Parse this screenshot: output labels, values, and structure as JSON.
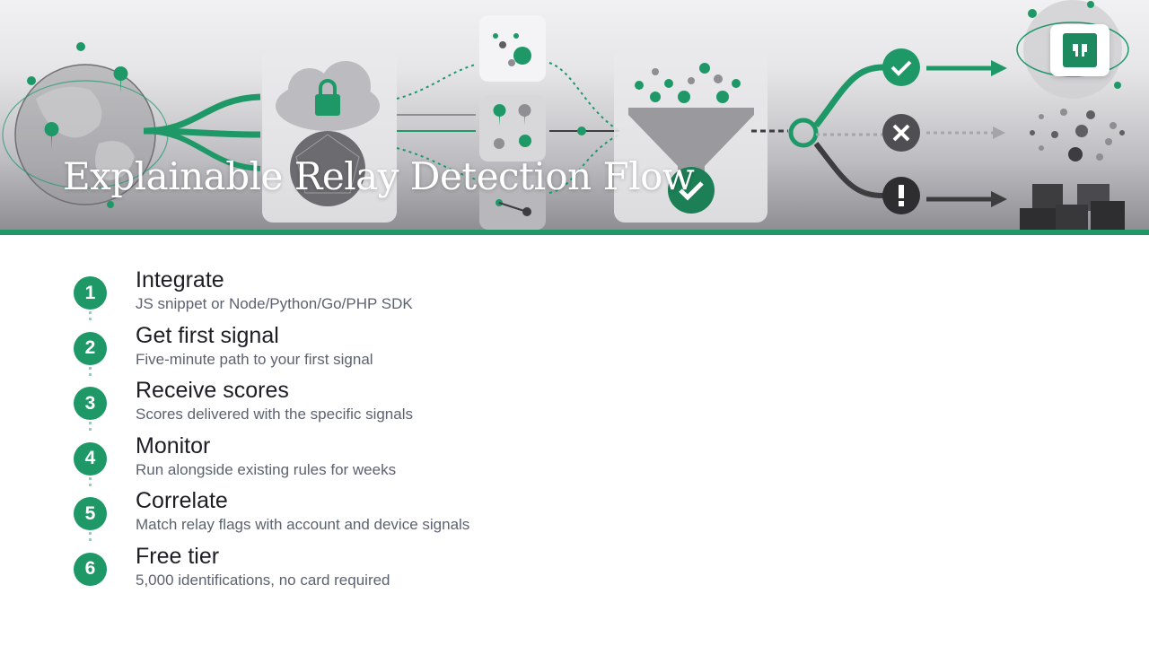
{
  "hero": {
    "title": "Explainable Relay Detection Flow",
    "brand_color": "#1f9868",
    "icons": [
      "globe-icon",
      "lock-icon",
      "cloud-icon",
      "funnel-icon",
      "check-icon",
      "close-icon",
      "alert-icon",
      "arrow-icon",
      "logo-icon"
    ]
  },
  "steps": [
    {
      "number": "1",
      "title": "Integrate",
      "description": "JS snippet or Node/Python/Go/PHP SDK"
    },
    {
      "number": "2",
      "title": "Get first signal",
      "description": "Five-minute path to your first signal"
    },
    {
      "number": "3",
      "title": "Receive scores",
      "description": "Scores delivered with the specific signals"
    },
    {
      "number": "4",
      "title": "Monitor",
      "description": "Run alongside existing rules for weeks"
    },
    {
      "number": "5",
      "title": "Correlate",
      "description": "Match relay flags with account and device signals"
    },
    {
      "number": "6",
      "title": "Free tier",
      "description": "5,000 identifications, no card required"
    }
  ]
}
